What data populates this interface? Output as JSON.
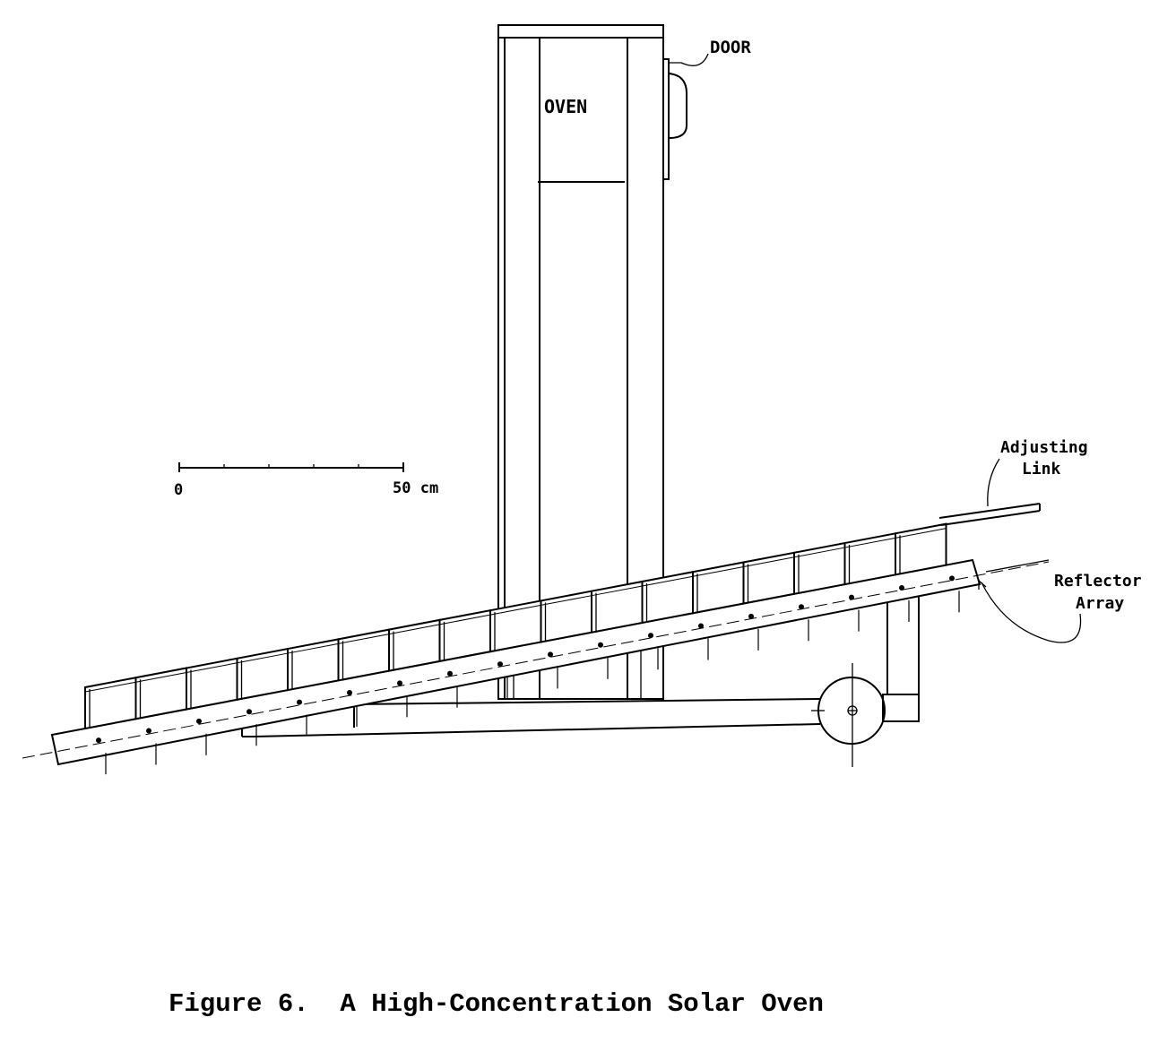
{
  "labels": {
    "oven": "OVEN",
    "door": "DOOR",
    "adjusting_link_line1": "Adjusting",
    "adjusting_link_line2": "Link",
    "reflector_array_line1": "Reflector",
    "reflector_array_line2": "Array"
  },
  "scale_bar": {
    "start_label": "0",
    "end_label": "50 cm"
  },
  "caption": "Figure 6.  A High-Concentration Solar Oven"
}
